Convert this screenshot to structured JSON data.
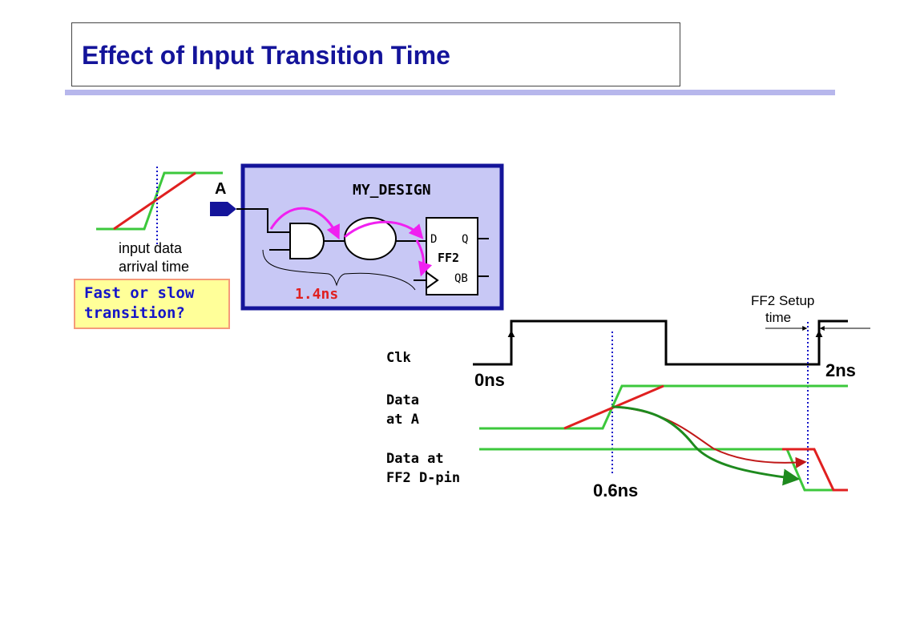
{
  "slide": {
    "title": "Effect of Input Transition Time"
  },
  "input_panel": {
    "label_line1": "input data",
    "label_line2": "arrival time"
  },
  "question": {
    "line1": "Fast or slow",
    "line2": "transition?"
  },
  "design": {
    "port_label": "A",
    "block_name": "MY_DESIGN",
    "ff_name": "FF2",
    "pin_d": "D",
    "pin_q": "Q",
    "pin_qb": "QB",
    "path_delay": "1.4ns"
  },
  "timing": {
    "signal_clk": "Clk",
    "signal_data_a_line1": "Data",
    "signal_data_a_line2": "at A",
    "signal_data_ff_line1": "Data at",
    "signal_data_ff_line2": "FF2 D-pin",
    "time_start": "0ns",
    "time_mid": "0.6ns",
    "time_end": "2ns",
    "setup_line1": "FF2 Setup",
    "setup_line2": "time"
  },
  "colors": {
    "fast_transition": "#3cc83c",
    "slow_transition": "#e02020",
    "path_highlight": "#f020f0",
    "design_fill": "#c8c8f5",
    "design_border": "#14149a",
    "marker": "#1414c8"
  }
}
